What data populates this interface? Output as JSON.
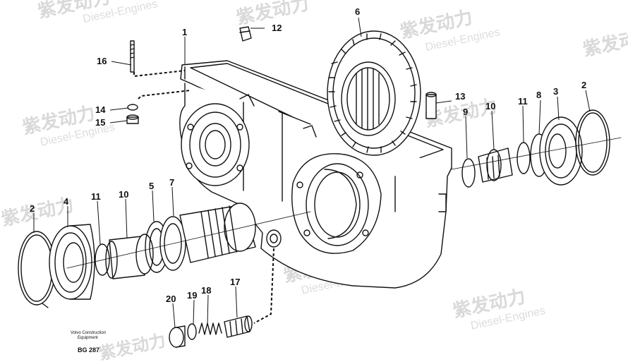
{
  "watermark": {
    "brand_cn": "紫发动力",
    "brand_en": "Diesel-Engines",
    "color": "#d9d9d9"
  },
  "caption": {
    "line1": "Volvo Construction",
    "line2": "Equipment",
    "code": "BG 287"
  },
  "callouts": {
    "c1": "1",
    "c2a": "2",
    "c2b": "2",
    "c3": "3",
    "c4": "4",
    "c5": "5",
    "c6": "6",
    "c7": "7",
    "c8": "8",
    "c9": "9",
    "c10a": "10",
    "c10b": "10",
    "c11a": "11",
    "c11b": "11",
    "c12": "12",
    "c13": "13",
    "c14": "14",
    "c15": "15",
    "c16": "16",
    "c17": "17",
    "c18": "18",
    "c19": "19",
    "c20": "20"
  },
  "colors": {
    "line": "#111111",
    "background": "#ffffff"
  }
}
